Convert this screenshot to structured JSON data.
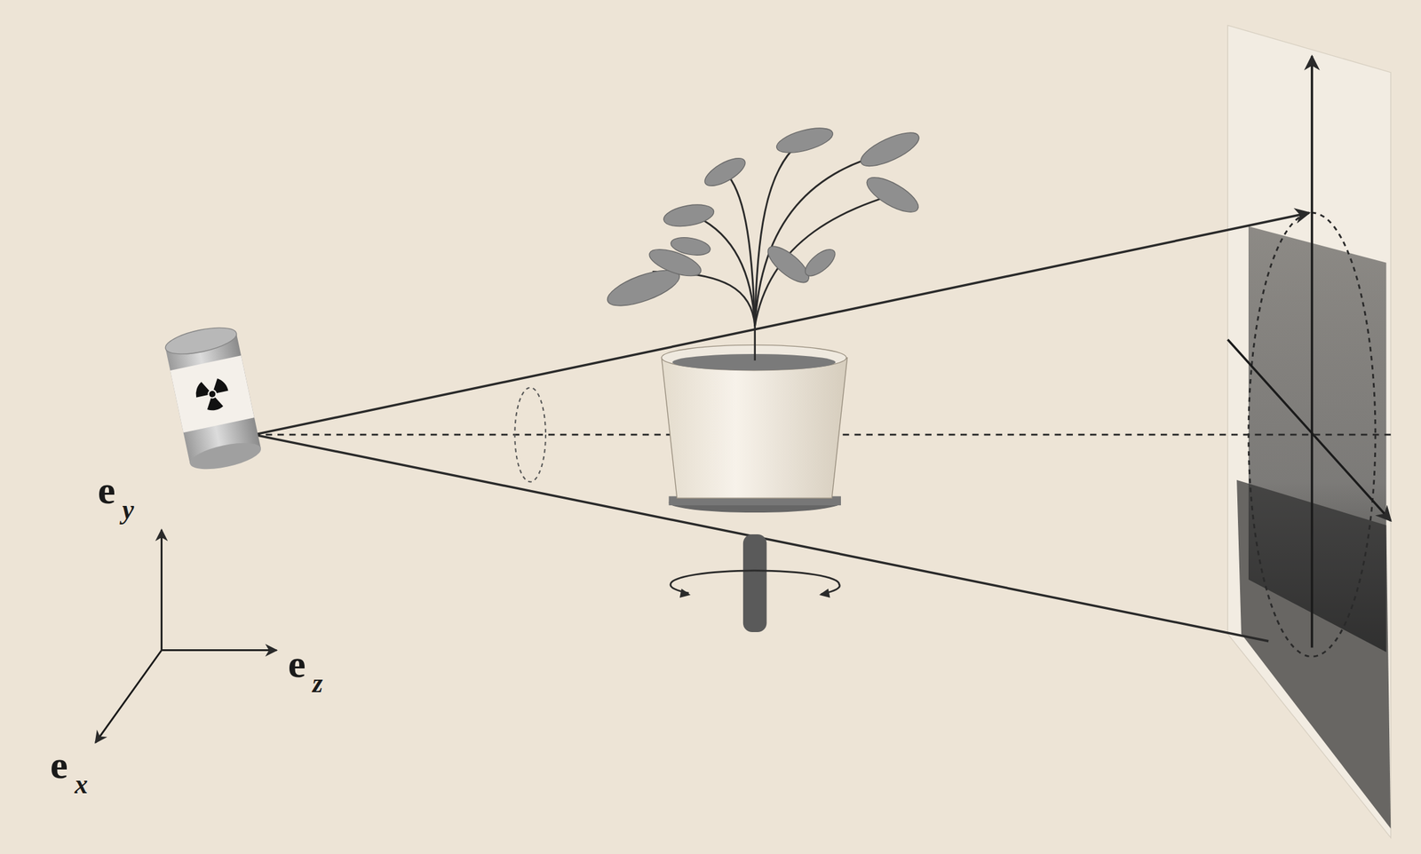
{
  "diagram": {
    "labels": [
      "e",
      "y",
      "e",
      "z",
      "e",
      "x"
    ]
  }
}
